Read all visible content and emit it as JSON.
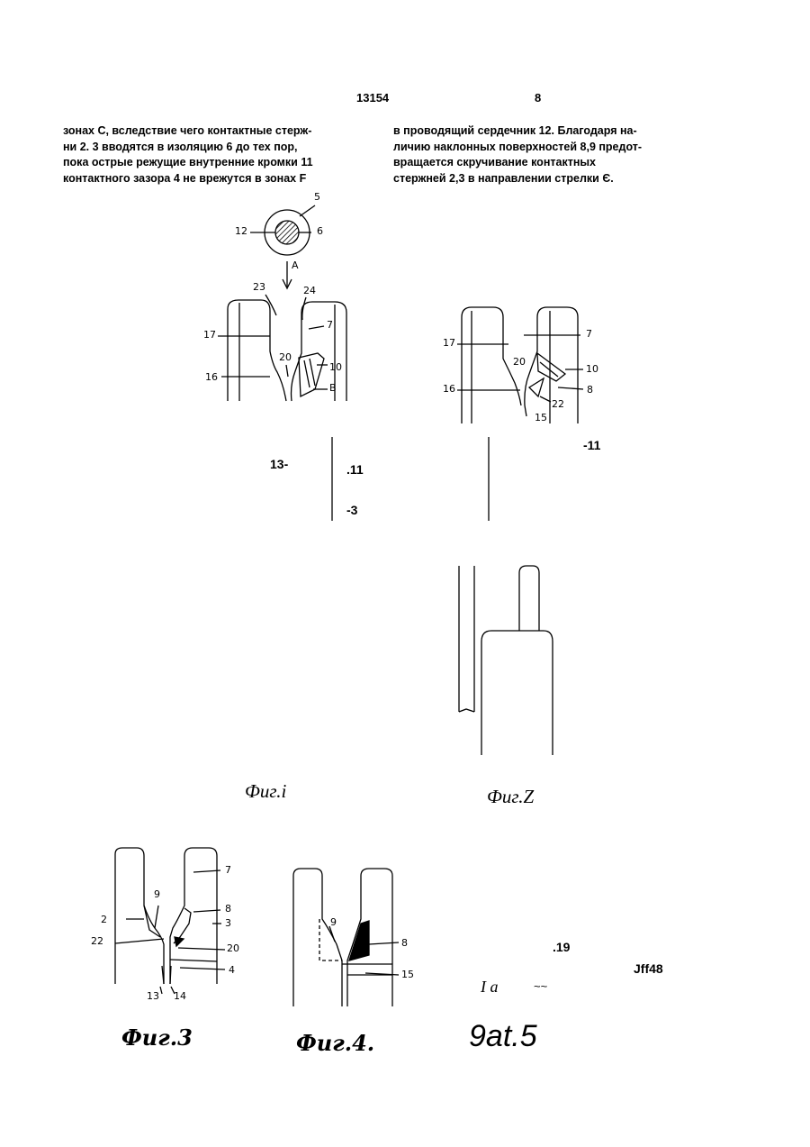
{
  "header": {
    "patent_no": "13154",
    "page_no": "8"
  },
  "text": {
    "left_col": [
      "зонах С, вследствие чего контактные стерж-",
      "ни 2. 3 вводятся в изоляцию 6 до тех пор,",
      "пока острые режущие внутренние кромки 11",
      "контактного зазора 4 не врежутся в зонах F"
    ],
    "right_col": [
      "в проводящий сердечник 12. Благодаря на-",
      "личию наклонных поверхностей 8,9 предот-",
      "вращается скручивание контактных",
      "стержней 2,3 в направлении стрелки Є."
    ]
  },
  "fig1": {
    "labels": {
      "l5": "5",
      "l12": "12",
      "l6": "6",
      "lA": "A",
      "l23": "23",
      "l24": "24",
      "l7": "7",
      "l17": "17",
      "l20": "20",
      "l10": "10",
      "l16": "16",
      "l8": "B"
    },
    "ocr": {
      "t13": "13-",
      "t11": ".11",
      "t3": "-3"
    },
    "caption": "Фиг.i"
  },
  "fig2": {
    "labels": {
      "l17": "17",
      "l7": "7",
      "l20": "20",
      "l10": "10",
      "l16": "16",
      "l8": "8",
      "l22": "22",
      "l15": "15"
    },
    "ocr": {
      "t11": "-11"
    },
    "caption": "Фиг.Z"
  },
  "fig3": {
    "labels": {
      "l7": "7",
      "l9": "9",
      "l8": "8",
      "l2": "2",
      "l3": "3",
      "l22": "22",
      "l20": "20",
      "l4": "4",
      "l13": "13",
      "l14": "14"
    },
    "caption": "Фиг.3"
  },
  "fig4": {
    "labels": {
      "l9": "9",
      "l8": "8",
      "l15": "15"
    },
    "caption": "Фиг.4."
  },
  "fig5": {
    "ocr": {
      "t19": ".19",
      "t48": "Jff48",
      "ta": "I a",
      "tw": "~~"
    },
    "caption": "9at.5"
  }
}
